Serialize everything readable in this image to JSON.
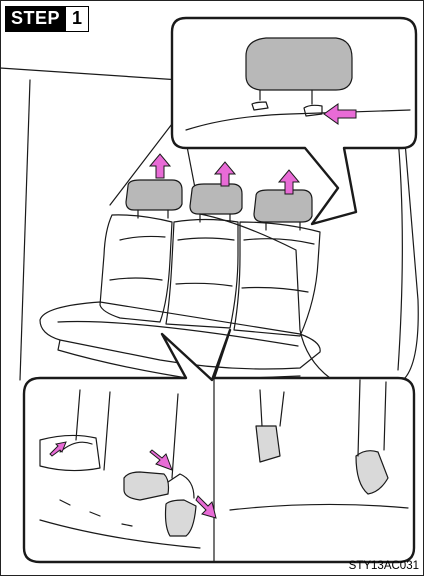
{
  "step": {
    "label": "STEP",
    "number": "1"
  },
  "figure_code": "STY13AC031",
  "colors": {
    "arrow": "#e86bd6",
    "headrest": "#b8b8b8",
    "line": "#1a1a1a"
  }
}
